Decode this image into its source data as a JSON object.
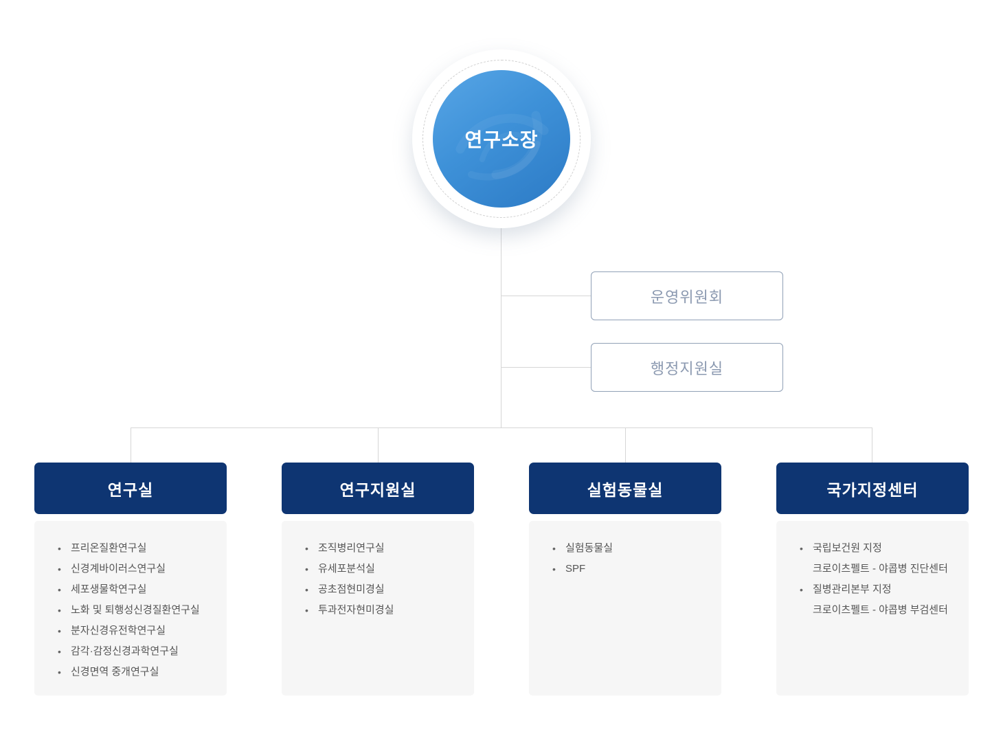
{
  "director": {
    "label": "연구소장"
  },
  "committees": [
    {
      "label": "운영위원회"
    },
    {
      "label": "행정지원실"
    }
  ],
  "columns": [
    {
      "title": "연구실",
      "items": [
        {
          "text": "프리온질환연구실"
        },
        {
          "text": "신경계바이러스연구실"
        },
        {
          "text": "세포생물학연구실"
        },
        {
          "text": "노화 및 퇴행성신경질환연구실"
        },
        {
          "text": "분자신경유전학연구실"
        },
        {
          "text": "감각·감정신경과학연구실"
        },
        {
          "text": "신경면역 중개연구실"
        }
      ]
    },
    {
      "title": "연구지원실",
      "items": [
        {
          "text": "조직병리연구실"
        },
        {
          "text": "유세포분석실"
        },
        {
          "text": "공초점현미경실"
        },
        {
          "text": "투과전자현미경실"
        }
      ]
    },
    {
      "title": "실험동물실",
      "items": [
        {
          "text": "실험동물실"
        },
        {
          "text": "SPF"
        }
      ]
    },
    {
      "title": "국가지정센터",
      "items": [
        {
          "text": "국립보건원 지정",
          "sub": "크로이츠펠트 - 야콥병 진단센터"
        },
        {
          "text": "질병관리본부 지정",
          "sub": "크로이츠펠트 - 야콥병 부검센터"
        }
      ]
    }
  ],
  "icons": {
    "watermark": "swirl-watermark-icon",
    "bullet_glyph": "•"
  },
  "colors": {
    "header_navy": "#0e3572",
    "circle_blue_light": "#58a6e6",
    "circle_blue_dark": "#2c7ac5",
    "box_border": "#90a0b6",
    "box_text": "#8b99b0",
    "connector": "#d6d6d6",
    "panel_bg": "#f6f6f6",
    "list_text": "#555555"
  }
}
